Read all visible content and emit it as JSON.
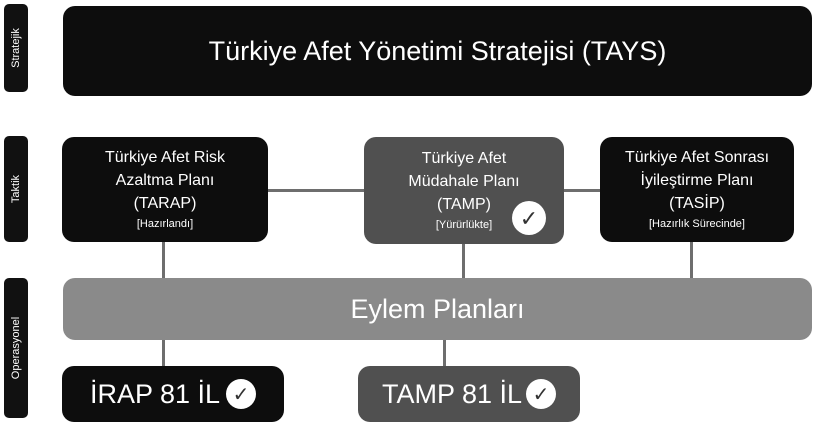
{
  "side_labels": {
    "strategic": "Stratejik",
    "tactical": "Taktik",
    "operational": "Operasyonel"
  },
  "strategy": {
    "title": "Türkiye Afet Yönetimi Stratejisi (TAYS)"
  },
  "plans": [
    {
      "line1": "Türkiye Afet Risk",
      "line2": "Azaltma Planı",
      "line3": "(TARAP)",
      "status": "[Hazırlandı]"
    },
    {
      "line1": "Türkiye Afet",
      "line2": "Müdahale Planı",
      "line3": "(TAMP)",
      "status": "[Yürürlükte]",
      "completed": true
    },
    {
      "line1": "Türkiye Afet Sonrası",
      "line2": "İyileştirme Planı",
      "line3": "(TASİP)",
      "status": "[Hazırlık Sürecinde]"
    }
  ],
  "action_plans": {
    "title": "Eylem Planları"
  },
  "local_plans": [
    {
      "label": "İRAP 81 İL",
      "completed": true
    },
    {
      "label": "TAMP 81 İL",
      "completed": true
    }
  ],
  "icons": {
    "check": "check-circle-icon"
  },
  "colors": {
    "dark": "#0d0d0d",
    "mid": "#505050",
    "light": "#8a8a8a",
    "connector": "#6e6e6e"
  }
}
